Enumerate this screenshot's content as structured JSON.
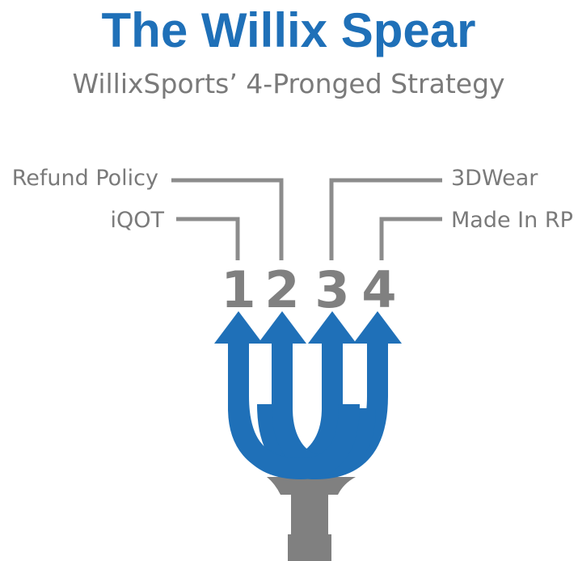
{
  "title": "The Willix Spear",
  "subtitle": "WillixSports’ 4-Pronged Strategy",
  "colors": {
    "title": "#1f70b8",
    "text": "#7a7a7a",
    "prong": "#1f70b8",
    "handle": "#808080",
    "line": "#8c8c8c"
  },
  "prongs": [
    {
      "number": "1",
      "label": "iQOT"
    },
    {
      "number": "2",
      "label": "Refund Policy"
    },
    {
      "number": "3",
      "label": "3DWear"
    },
    {
      "number": "4",
      "label": "Made In RP"
    }
  ]
}
